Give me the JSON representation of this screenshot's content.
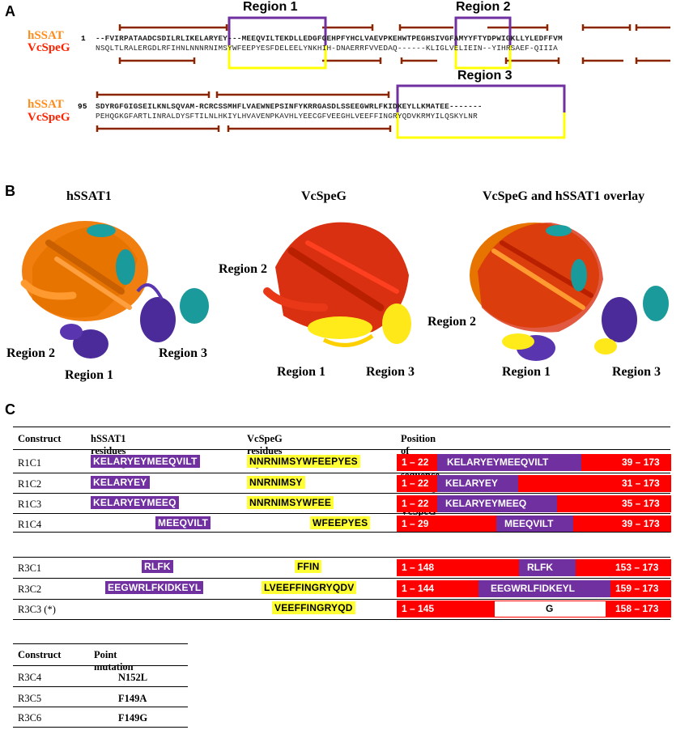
{
  "panel_a": {
    "letter": "A",
    "seq_names": {
      "top": "hSSAT",
      "bottom": "VcSpeG"
    },
    "block1": {
      "start": "1",
      "top": "--FVIRPATAADCSDILRLIKELARYEY---MEEQVILTEKDLLEDGFGEHPFYHCLVAEVPKEHWTPEGHSIVGFAMYYFTYDPWIGKLLYLEDFFVM",
      "bottom": "NSQLTLRALERGDLRFIHNLNNNRNIMSYWFEEPYESFDELEELYNKHIH-DNAERRFVVEDAQ------KLIGLVELIEIN--YIHRSAEF-QIIIA"
    },
    "block2": {
      "start": "95",
      "top": "SDYRGFGIGSEILKNLSQVAM-RCRCSSMHFLVAEWNEPSINFYKRRGASDLSSEEGWRLFKIDKEYLLKMATEE-------",
      "bottom": "PEHQGKGFARTLINRALDYSFTILNLHKIYLHVAVENPKAVHLYEECGFVEEGHLVEEFFINGRYQDVKRMYILQSKYLNR"
    },
    "regions": [
      "Region 1",
      "Region 2",
      "Region 3"
    ]
  },
  "panel_b": {
    "letter": "B",
    "titles": [
      "hSSAT1",
      "VcSpeG",
      "VcSpeG and hSSAT1 overlay"
    ],
    "labels": {
      "h_region2": "Region 2",
      "h_region3": "Region 3",
      "h_region1": "Region 1",
      "v_region2": "Region 2",
      "v_region1": "Region 1",
      "v_region3": "Region 3",
      "o_region2": "Region 2",
      "o_region1": "Region 1",
      "o_region3": "Region 3"
    }
  },
  "panel_c": {
    "letter": "C",
    "headers": {
      "construct": "Construct",
      "exchanged": "hSSAT1 residues exchanged",
      "replaced": "VcSpeG residues replaced",
      "position": "Position of hSSAT1 sequence exchange in VcSpeG"
    },
    "rows1": [
      {
        "name": "R1C1",
        "exchanged": "KELARYEYMEEQVILT",
        "replaced": "NNRNIMSYWFEEPYES",
        "left": "1 – 22",
        "mid": "KELARYEYMEEQVILT",
        "right": "39 – 173"
      },
      {
        "name": "R1C2",
        "exchanged": "KELARYEY",
        "replaced": "NNRNIMSY",
        "left": "1 – 22",
        "mid": "KELARYEY",
        "right": "31 – 173"
      },
      {
        "name": "R1C3",
        "exchanged": "KELARYEYMEEQ",
        "replaced": "NNRNIMSYWFEE",
        "left": "1 – 22",
        "mid": "KELARYEYMEEQ",
        "right": "35 – 173"
      },
      {
        "name": "R1C4",
        "exchanged": "MEEQVILT",
        "replaced": "WFEEPYES",
        "left": "1 – 29",
        "mid": "MEEQVILT",
        "right": "39 – 173"
      }
    ],
    "rows2": [
      {
        "name": "R3C1",
        "exchanged": "RLFK",
        "replaced": "FFIN",
        "left": "1 – 148",
        "mid": "RLFK",
        "right": "153 – 173"
      },
      {
        "name": "R3C2",
        "exchanged": "EEGWRLFKIDKEYL",
        "replaced": "LVEEFFINGRYQDV",
        "left": "1 – 144",
        "mid": "EEGWRLFIDKEYL",
        "right": "159 – 173"
      },
      {
        "name": "R3C3 (*)",
        "exchanged": "",
        "replaced": "VEEFFINGRYQD",
        "left": "1 – 145",
        "mid": "G",
        "right": "158 – 173"
      }
    ],
    "point_headers": {
      "construct": "Construct",
      "mutation": "Point mutation"
    },
    "point_rows": [
      {
        "name": "R3C4",
        "mutation": "N152L"
      },
      {
        "name": "R3C5",
        "mutation": "F149A"
      },
      {
        "name": "R3C6",
        "mutation": "F149G"
      }
    ]
  },
  "colors": {
    "hssat": "#ff8c1a",
    "vcspeg": "#ff2200",
    "purple": "#7030a0",
    "yellow": "#ffff33",
    "red": "#ff0000",
    "teal": "#1a9a9a",
    "bracket": "#8b2500"
  }
}
